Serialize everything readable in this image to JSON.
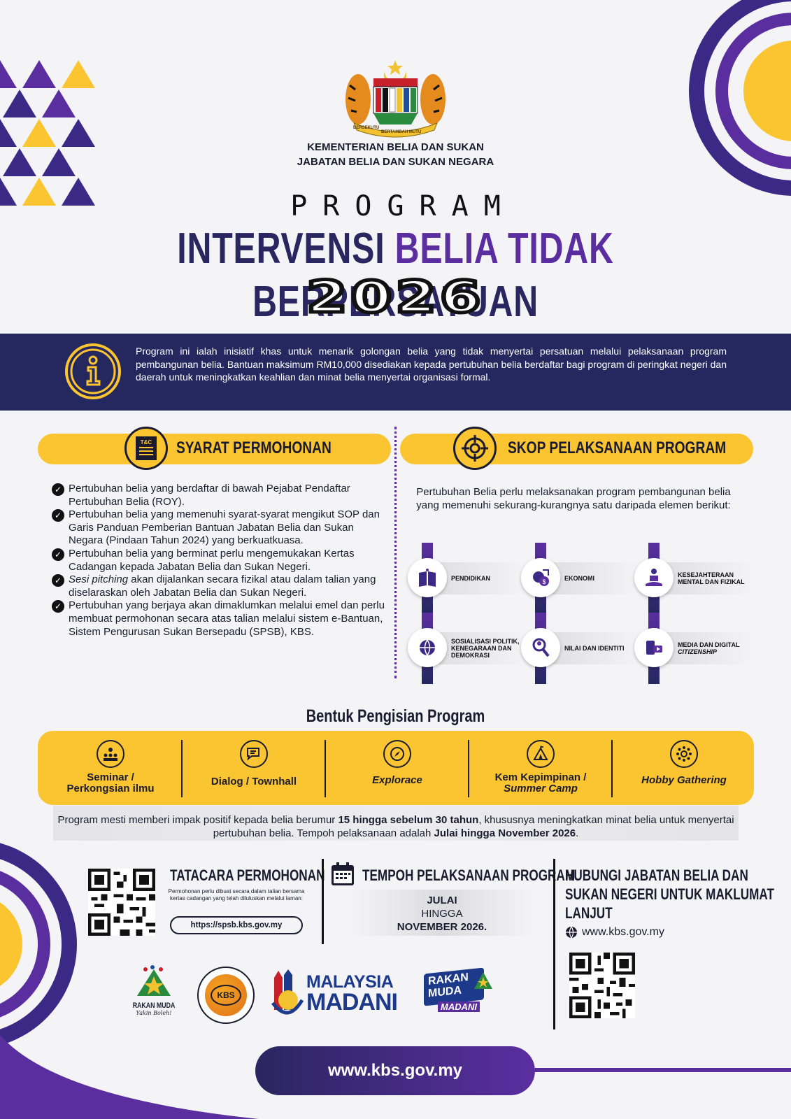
{
  "ministry": {
    "line1": "KEMENTERIAN BELIA DAN SUKAN",
    "line2": "JABATAN BELIA DAN SUKAN NEGARA"
  },
  "title": {
    "program_word": "PROGRAM",
    "part1": "INTERVENSI ",
    "part2": "BELIA TIDAK ",
    "part3": "BERPERSATUAN",
    "year": "2026"
  },
  "info": {
    "text": "Program ini ialah inisiatif khas untuk menarik golongan belia yang tidak menyertai persatuan melalui pelaksanaan program pembangunan belia. Bantuan maksimum RM10,000 disediakan kepada pertubuhan belia berdaftar bagi program di peringkat negeri dan daerah untuk meningkatkan keahlian dan minat belia menyertai organisasi formal."
  },
  "syarat": {
    "title": "SYARAT PERMOHONAN",
    "icon_label": "T&C",
    "items": [
      "Pertubuhan belia yang berdaftar di bawah Pejabat Pendaftar Pertubuhan Belia (ROY).",
      "Pertubuhan belia yang memenuhi syarat-syarat mengikut SOP dan Garis Panduan Pemberian Bantuan Jabatan Belia dan Sukan Negara (Pindaan Tahun 2024) yang berkuatkuasa.",
      "Pertubuhan belia yang berminat perlu mengemukakan Kertas Cadangan kepada Jabatan Belia dan Sukan Negeri.",
      "akan dijalankan secara fizikal atau dalam talian yang diselaraskan oleh Jabatan Belia dan Sukan Negeri.",
      "Pertubuhan yang berjaya akan dimaklumkan melalui emel dan perlu membuat permohonan secara atas talian melalui sistem e-Bantuan, Sistem Pengurusan Sukan Bersepadu (SPSB), KBS."
    ],
    "item4_italic": "Sesi pitching"
  },
  "skop": {
    "title": "SKOP PELAKSANAAN PROGRAM",
    "intro": "Pertubuhan  Belia perlu melaksanakan program pembangunan belia yang memenuhi sekurang-kurangnya satu daripada elemen berikut:",
    "elements": [
      {
        "label": "PENDIDIKAN",
        "icon": "book-icon"
      },
      {
        "label": "EKONOMI",
        "icon": "money-icon"
      },
      {
        "label": "KESEJAHTERAAN MENTAL DAN FIZIKAL",
        "icon": "meditation-icon"
      },
      {
        "label": "SOSIALISASI POLITIK, KENEGARAAN DAN DEMOKRASI",
        "icon": "globe-icon"
      },
      {
        "label": "NILAI DAN IDENTITI",
        "icon": "magnifier-person-icon"
      },
      {
        "label": "MEDIA DAN DIGITAL",
        "label_italic": "CITIZENSHIP",
        "icon": "devices-icon"
      }
    ]
  },
  "bentuk": {
    "title": "Bentuk Pengisian Program",
    "items": [
      {
        "label": "Seminar / Perkongsian ilmu",
        "icon": "audience-icon",
        "italic": false
      },
      {
        "label": "Dialog / Townhall",
        "icon": "chat-icon",
        "italic": false
      },
      {
        "label": "Explorace",
        "icon": "compass-icon",
        "italic": true
      },
      {
        "label": "Kem Kepimpinan /",
        "label2": "Summer Camp",
        "icon": "camp-icon",
        "italic": false
      },
      {
        "label": "Hobby Gathering",
        "icon": "people-circle-icon",
        "italic": true
      }
    ],
    "note_part1": "Program mesti memberi impak positif kepada belia berumur ",
    "note_bold1": "15 hingga sebelum 30 tahun",
    "note_part2": ", khususnya meningkatkan minat belia untuk menyertai pertubuhan belia. Tempoh pelaksanaan adalah ",
    "note_bold2": "Julai hingga November 2026",
    "note_part3": "."
  },
  "tatacara": {
    "title": "TATACARA PERMOHONAN",
    "note": "Permohonan perlu dibuat secara dalam talian bersama kertas cadangan yang telah diluluskan melalui laman:",
    "url": "https://spsb.kbs.gov.my"
  },
  "tempoh": {
    "title": "TEMPOH PELAKSANAAN PROGRAM",
    "from": "JULAI",
    "mid": "HINGGA",
    "to": "NOVEMBER 2026."
  },
  "hubungi": {
    "title_line1": "HUBUNGI JABATAN BELIA DAN",
    "title_line2": "SUKAN NEGERI UNTUK MAKLUMAT",
    "title_line3": "LANJUT",
    "website": "www.kbs.gov.my"
  },
  "logos": {
    "rakan_muda": "RAKAN MUDA",
    "rakan_muda_tag": "Yakin Boleh!",
    "kbs": "KBS",
    "madani_1": "MALAYSIA",
    "madani_2": "MADANI",
    "rm_madani_1": "RAKAN",
    "rm_madani_2": "MUDA",
    "rm_madani_3": "MADANI"
  },
  "emblem": {
    "ribbon_left": "BERSEKUTU",
    "ribbon_mid": "BERTAMBAH MUTU"
  },
  "footer": {
    "url": "www.kbs.gov.my"
  },
  "colors": {
    "navy": "#24285f",
    "purple": "#5b2ea0",
    "yellow": "#fbc531"
  }
}
